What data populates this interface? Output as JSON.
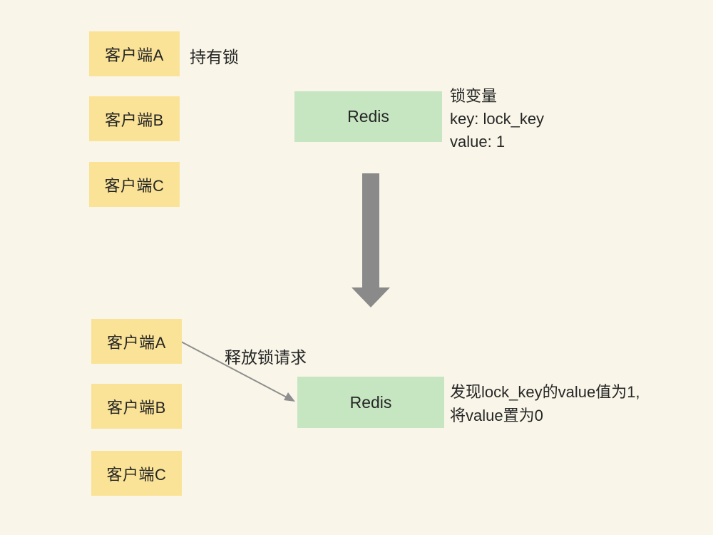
{
  "colors": {
    "background": "#F9F6E9",
    "client_box": "#FAE397",
    "redis_box": "#C6E6C2",
    "big_arrow": "#8A8A8A",
    "thin_arrow": "#8E8E8E",
    "text": "#262626"
  },
  "top": {
    "clients": {
      "a": "客户端A",
      "b": "客户端B",
      "c": "客户端C"
    },
    "holder_label": "持有锁",
    "redis_label": "Redis",
    "lock_info": {
      "line1": "锁变量",
      "line2": "key: lock_key",
      "line3": "value: 1"
    }
  },
  "bottom": {
    "clients": {
      "a": "客户端A",
      "b": "客户端B",
      "c": "客户端C"
    },
    "request_label": "释放锁请求",
    "redis_label": "Redis",
    "result": {
      "line1": "发现lock_key的value值为1,",
      "line2": "将value置为0"
    }
  }
}
